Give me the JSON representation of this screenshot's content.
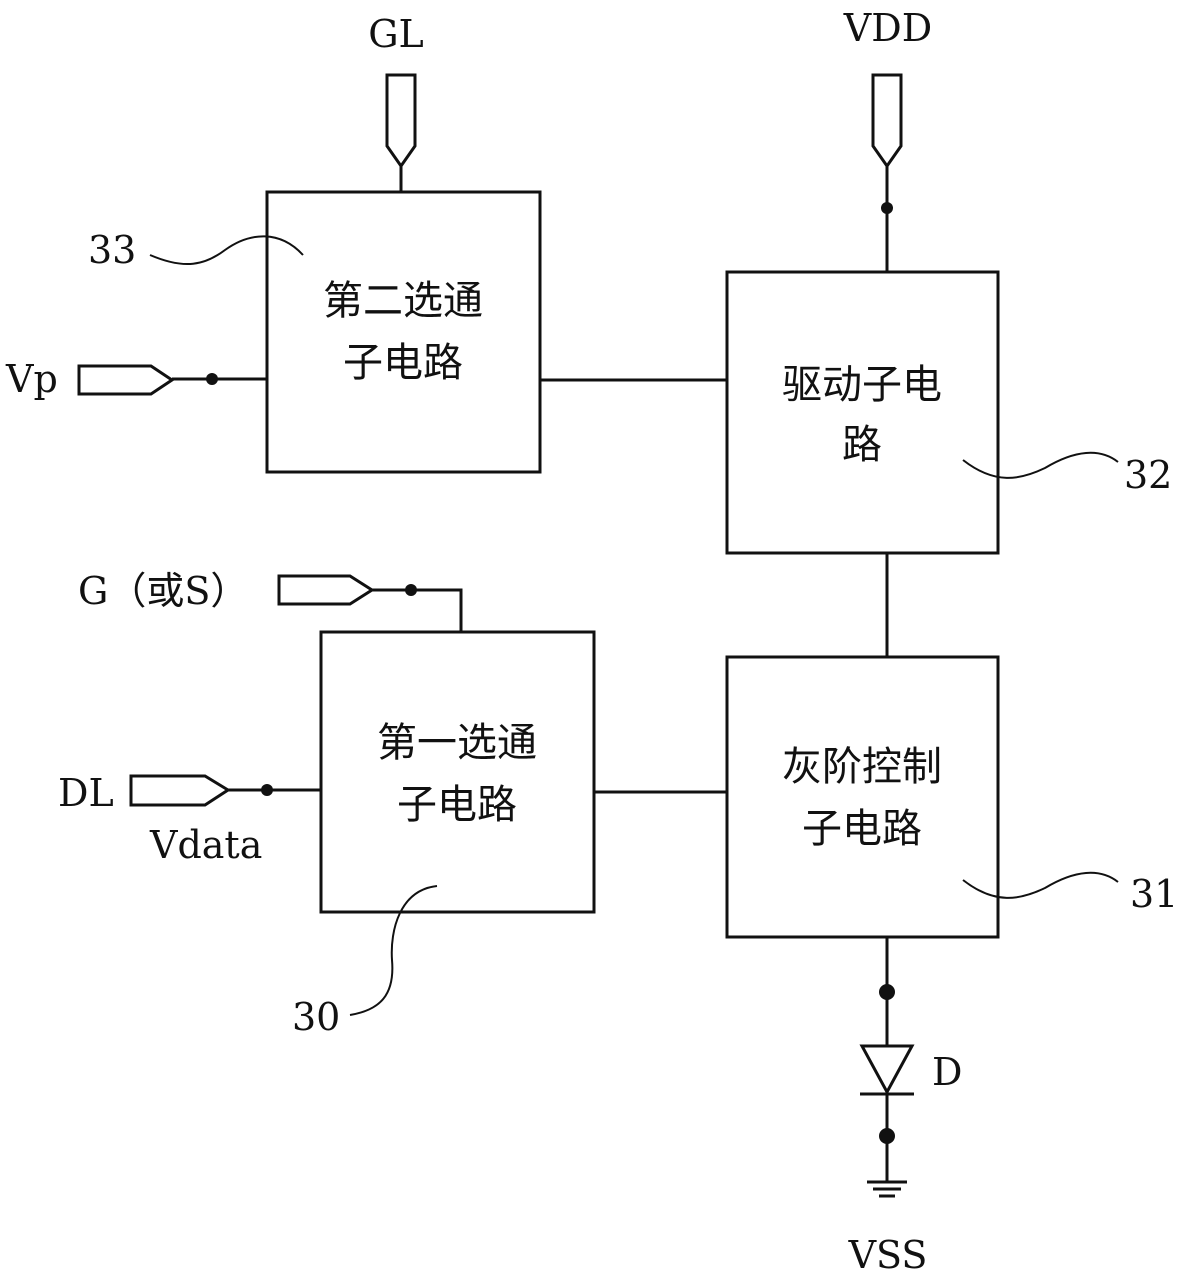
{
  "signals": {
    "gl": "GL",
    "vdd": "VDD",
    "vp": "Vp",
    "g_or_s": "G（或S）",
    "dl": "DL",
    "vdata": "Vdata",
    "d": "D",
    "vss": "VSS"
  },
  "blocks": {
    "second_gate": {
      "line1": "第二选通",
      "line2": "子电路",
      "ref": "33"
    },
    "drive": {
      "line1": "驱动子电",
      "line2": "路",
      "ref": "32"
    },
    "first_gate": {
      "line1": "第一选通",
      "line2": "子电路",
      "ref": "30"
    },
    "grayscale": {
      "line1": "灰阶控制",
      "line2": "子电路",
      "ref": "31"
    }
  }
}
